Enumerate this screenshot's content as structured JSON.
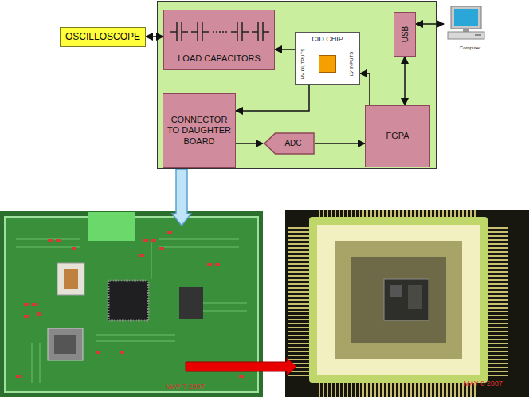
{
  "diagram": {
    "nodes": [
      {
        "text": [
          "OSCILLOSCOPE"
        ]
      },
      {
        "text": [
          "LOAD CAPACITORS"
        ]
      },
      {
        "text": [
          "CID CHIP",
          "HV OUTPUTS",
          "LV INPUTS"
        ]
      },
      {
        "text": [
          "USB"
        ]
      },
      {
        "text": [
          "Computer"
        ]
      },
      {
        "text": [
          "CONNECTOR TO DAUGHTER BOARD"
        ]
      },
      {
        "text": [
          "ADC"
        ]
      },
      {
        "text": [
          "FGPA"
        ]
      }
    ],
    "edges": [
      {
        "from": 0,
        "to": 1,
        "arrow": "both"
      },
      {
        "from": 2,
        "to": 1,
        "arrow": "to"
      },
      {
        "from": 2,
        "to": 5,
        "arrow": "to"
      },
      {
        "from": 5,
        "to": 6,
        "arrow": "to"
      },
      {
        "from": 6,
        "to": 7,
        "arrow": "to"
      },
      {
        "from": 7,
        "to": 2,
        "arrow": "to"
      },
      {
        "from": 7,
        "to": 3,
        "arrow": "both"
      },
      {
        "from": 3,
        "to": 4,
        "arrow": "both"
      }
    ],
    "labels": [
      "MAY 7 2007",
      "MAY 8 2007"
    ]
  }
}
